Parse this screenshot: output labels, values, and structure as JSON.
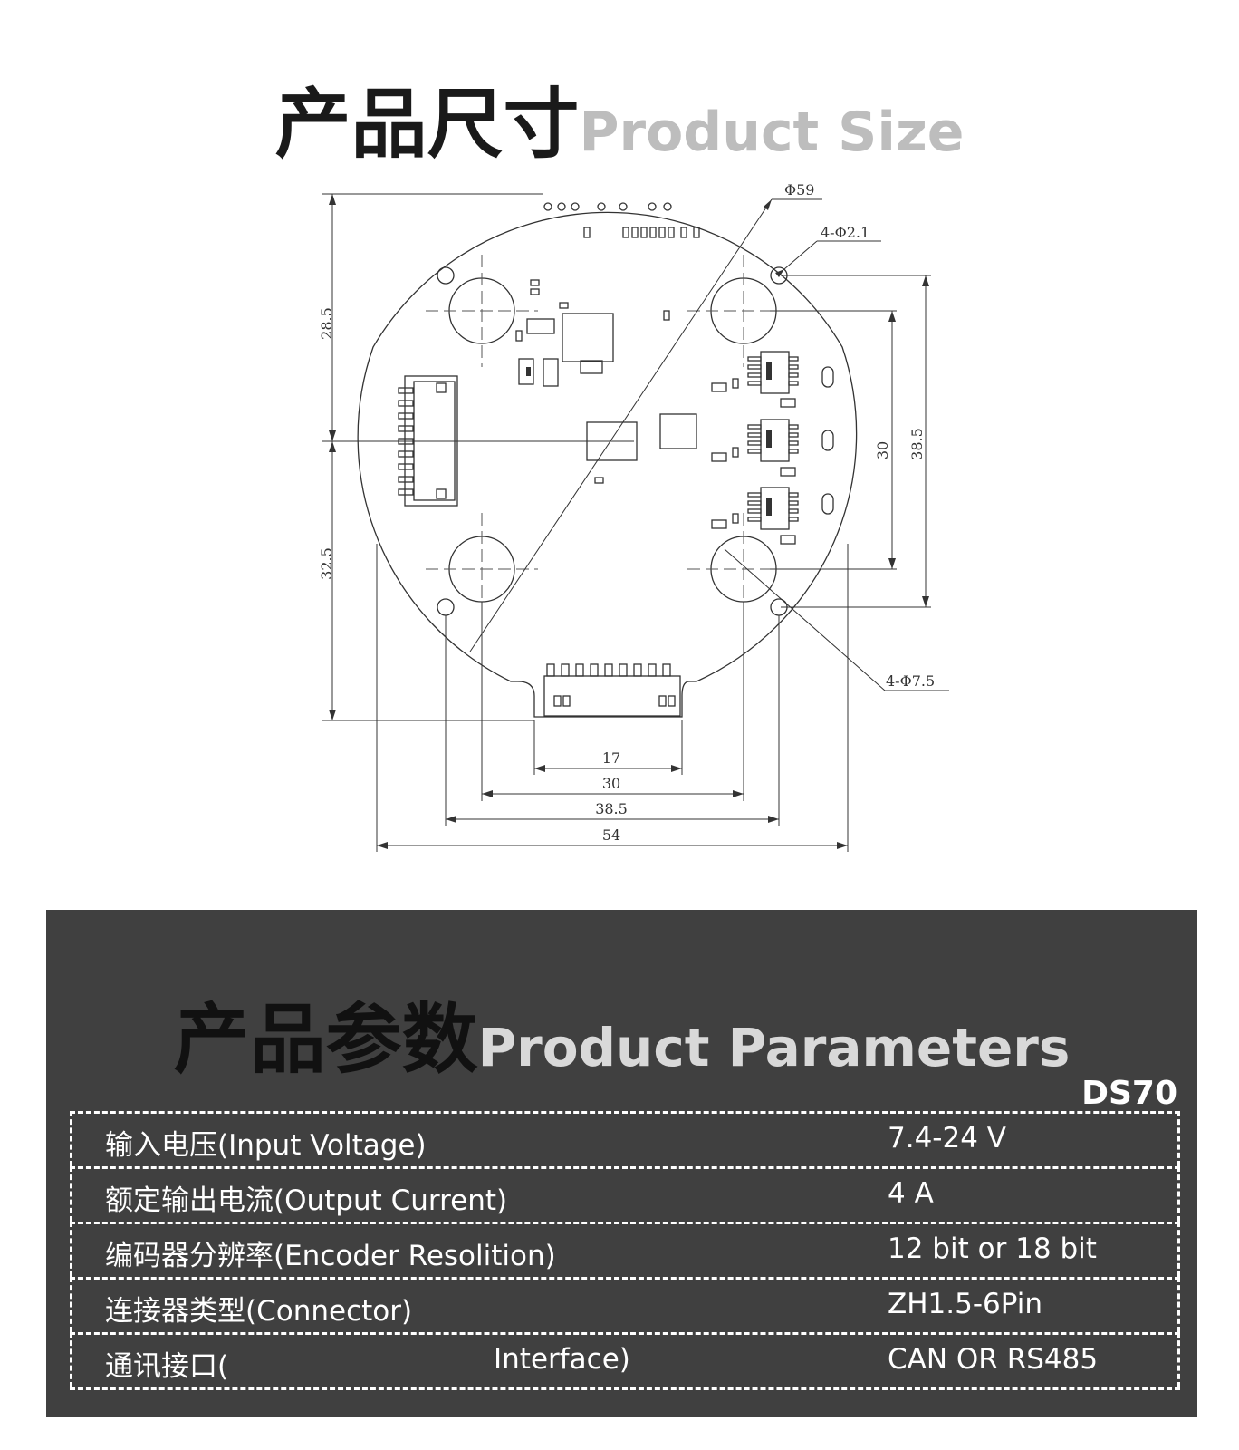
{
  "size_section": {
    "title_cn": "产品尺寸",
    "title_en": "Product Size"
  },
  "drawing": {
    "callouts": {
      "outer_diameter": "Φ59",
      "mount_holes": "4-Φ2.1",
      "magnet_holes": "4-Φ7.5"
    },
    "dimensions": {
      "left_top": "28.5",
      "left_bottom": "32.5",
      "right_inner": "30",
      "right_outer": "38.5",
      "bottom_17": "17",
      "bottom_30": "30",
      "bottom_38_5": "38.5",
      "bottom_54": "54"
    }
  },
  "params_section": {
    "title_cn": "产品参数",
    "title_en": "Product Parameters",
    "model": "DS70",
    "rows": [
      {
        "label": "输入电压(Input Voltage)",
        "label2": "",
        "value": "7.4-24 V"
      },
      {
        "label": "额定输出电流(Output Current)",
        "label2": "",
        "value": "4 A"
      },
      {
        "label": "编码器分辨率(Encoder Resolition)",
        "label2": "",
        "value": "12 bit or 18 bit"
      },
      {
        "label": "连接器类型(Connector)",
        "label2": "",
        "value": "ZH1.5-6Pin"
      },
      {
        "label": "通讯接口(",
        "label2": "Interface)",
        "value": "CAN OR RS485"
      }
    ]
  },
  "colors": {
    "panel_bg": "#404040",
    "title_en_gray": "#bdbdbd",
    "line": "#333333"
  }
}
